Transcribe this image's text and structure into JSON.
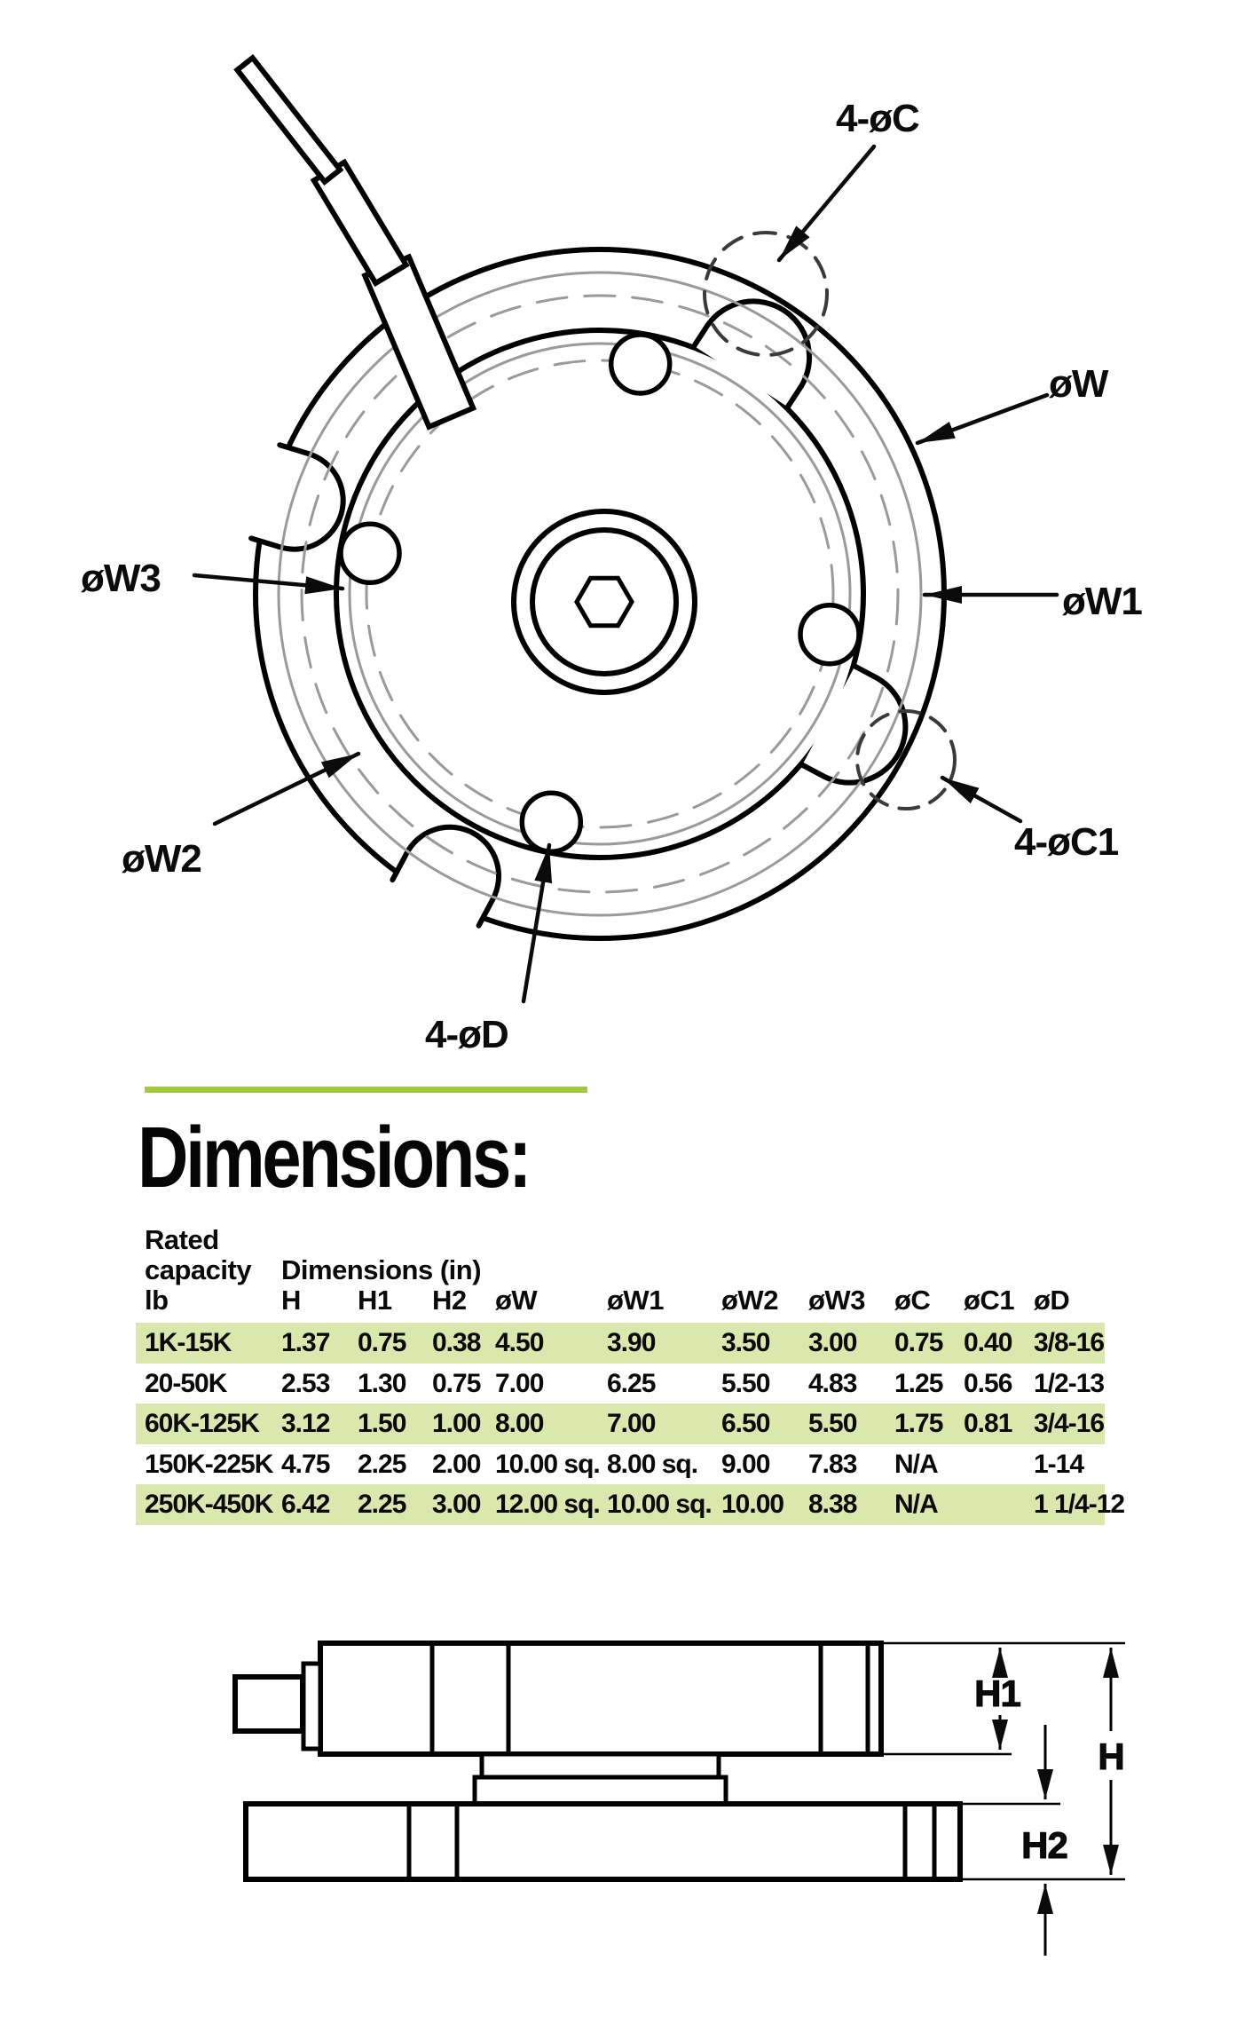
{
  "heading": {
    "title": "Dimensions:"
  },
  "diagram_top": {
    "labels": {
      "c": "4-øC",
      "w": "øW",
      "w1": "øW1",
      "w2": "øW2",
      "w3": "øW3",
      "c1": "4-øC1",
      "d": "4-øD"
    }
  },
  "diagram_side": {
    "labels": {
      "h1": "H1",
      "h": "H",
      "h2": "H2"
    }
  },
  "table": {
    "rated_lines": [
      "Rated",
      "capacity",
      "lb"
    ],
    "dims_group_label": "Dimensions (in)",
    "columns": [
      "H",
      "H1",
      "H2",
      "øW",
      "øW1",
      "øW2",
      "øW3",
      "øC",
      "øC1",
      "øD"
    ],
    "rows": [
      {
        "capacity": "1K-15K",
        "values": [
          "1.37",
          "0.75",
          "0.38",
          "4.50",
          "3.90",
          "3.50",
          "3.00",
          "0.75",
          "0.40",
          "3/8-16"
        ],
        "highlight": true
      },
      {
        "capacity": "20-50K",
        "values": [
          "2.53",
          "1.30",
          "0.75",
          "7.00",
          "6.25",
          "5.50",
          "4.83",
          "1.25",
          "0.56",
          "1/2-13"
        ],
        "highlight": false
      },
      {
        "capacity": "60K-125K",
        "values": [
          "3.12",
          "1.50",
          "1.00",
          "8.00",
          "7.00",
          "6.50",
          "5.50",
          "1.75",
          "0.81",
          "3/4-16"
        ],
        "highlight": true
      },
      {
        "capacity": "150K-225K",
        "values": [
          "4.75",
          "2.25",
          "2.00",
          "10.00 sq.",
          "8.00 sq.",
          "9.00",
          "7.83",
          "N/A",
          "",
          "1-14"
        ],
        "highlight": false
      },
      {
        "capacity": "250K-450K",
        "values": [
          "6.42",
          "2.25",
          "3.00",
          "12.00 sq.",
          "10.00 sq.",
          "10.00",
          "8.38",
          "N/A",
          "",
          "1 1/4-12"
        ],
        "highlight": true
      }
    ]
  },
  "colors": {
    "accent_green": "#a5c93d",
    "row_highlight": "#dbe7ad",
    "line": "#000000",
    "gray": "#9a9a9a"
  }
}
